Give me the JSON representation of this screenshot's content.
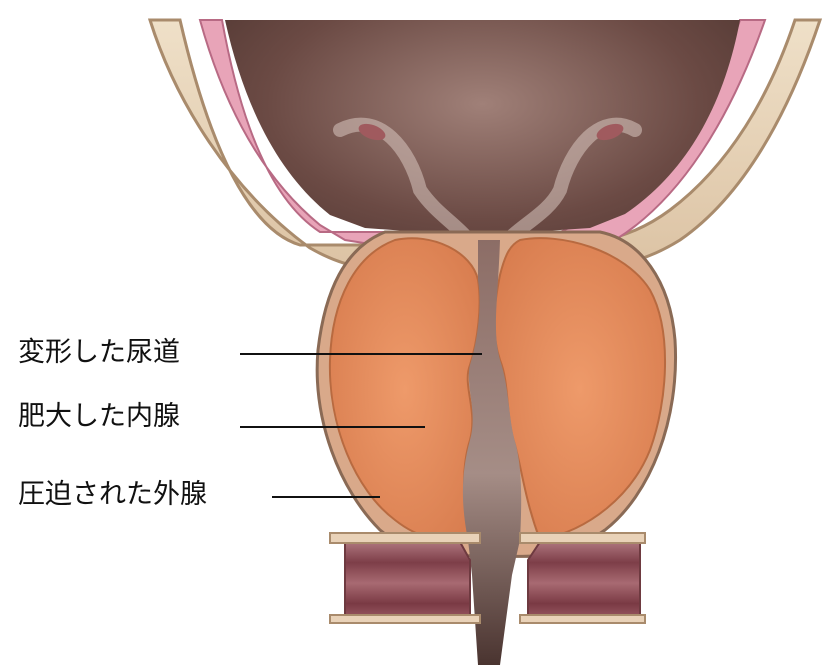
{
  "labels": [
    {
      "text": "変形した尿道",
      "target": "deformed-urethra"
    },
    {
      "text": "肥大した内腺",
      "target": "enlarged-inner-gland"
    },
    {
      "text": "圧迫された外腺",
      "target": "compressed-outer-gland"
    }
  ],
  "colors": {
    "background": "#ffffff",
    "bladder_cavity": "#6b4a44",
    "bladder_wall": "#e9d2b8",
    "bladder_lining": "#e8a4b8",
    "capsule": "#d9a98a",
    "gland": "#e08a5c",
    "urethra": "#6a4a45",
    "muscle_band": "#8a4a52",
    "leader_line": "#111111"
  }
}
